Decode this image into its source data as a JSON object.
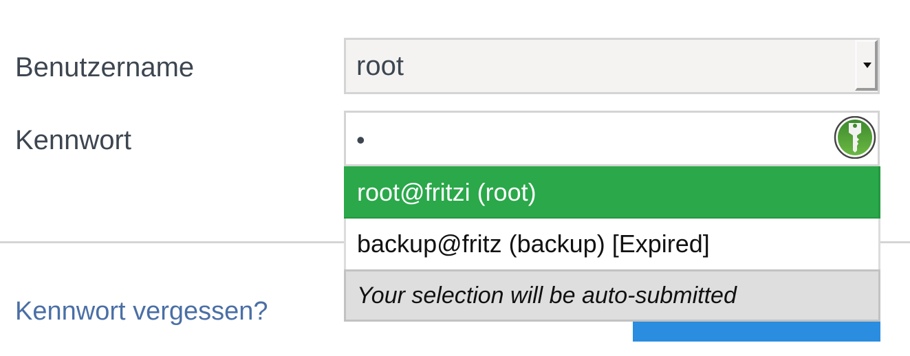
{
  "form": {
    "username_label": "Benutzername",
    "username_value": "root",
    "password_label": "Kennwort",
    "password_value": "•",
    "forgot_link": "Kennwort vergessen?",
    "submit_label": ""
  },
  "autofill": {
    "icon": "keepassxc-key-icon",
    "items": [
      {
        "label": "root@fritzi (root)",
        "selected": true
      },
      {
        "label": "backup@fritz (backup) [Expired]",
        "selected": false
      }
    ],
    "note": "Your selection will be auto-submitted"
  },
  "colors": {
    "selected_item": "#2aa84a",
    "link": "#4a6fa5",
    "submit_button": "#2a8ddf",
    "label_text": "#3d4650"
  }
}
